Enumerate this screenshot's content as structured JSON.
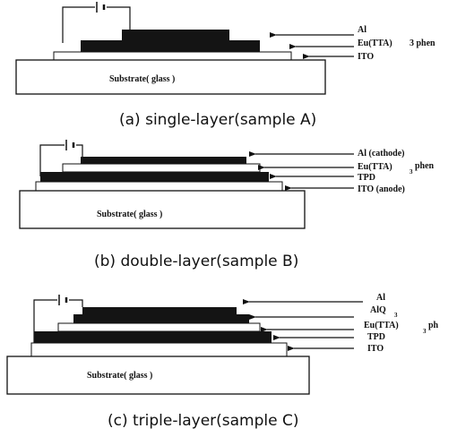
{
  "colors": {
    "ink": "#111111",
    "dark_layer": "#141414",
    "light_layer": "#ffffff"
  },
  "panel_a": {
    "caption": "(a) single-layer(sample A)",
    "substrate": "Substrate( glass )",
    "labels": {
      "al": "Al",
      "eu": "Eu(TTA)",
      "eu_sub": "3 phen",
      "ito": "ITO"
    }
  },
  "panel_b": {
    "caption": "(b) double-layer(sample B)",
    "substrate": "Substrate( glass )",
    "labels": {
      "al": "Al (cathode)",
      "eu": "Eu(TTA)",
      "eu_sub": "3",
      "eu_suffix": "phen",
      "tpd": "TPD",
      "ito": "ITO (anode)"
    }
  },
  "panel_c": {
    "caption": "(c) triple-layer(sample C)",
    "substrate": "Substrate( glass )",
    "labels": {
      "al": "Al",
      "alq": "AlQ",
      "alq_sub": "3",
      "eu": "Eu(TTA)",
      "eu_sub": "3",
      "eu_suffix": "ph",
      "tpd": "TPD",
      "ito": "ITO"
    }
  }
}
